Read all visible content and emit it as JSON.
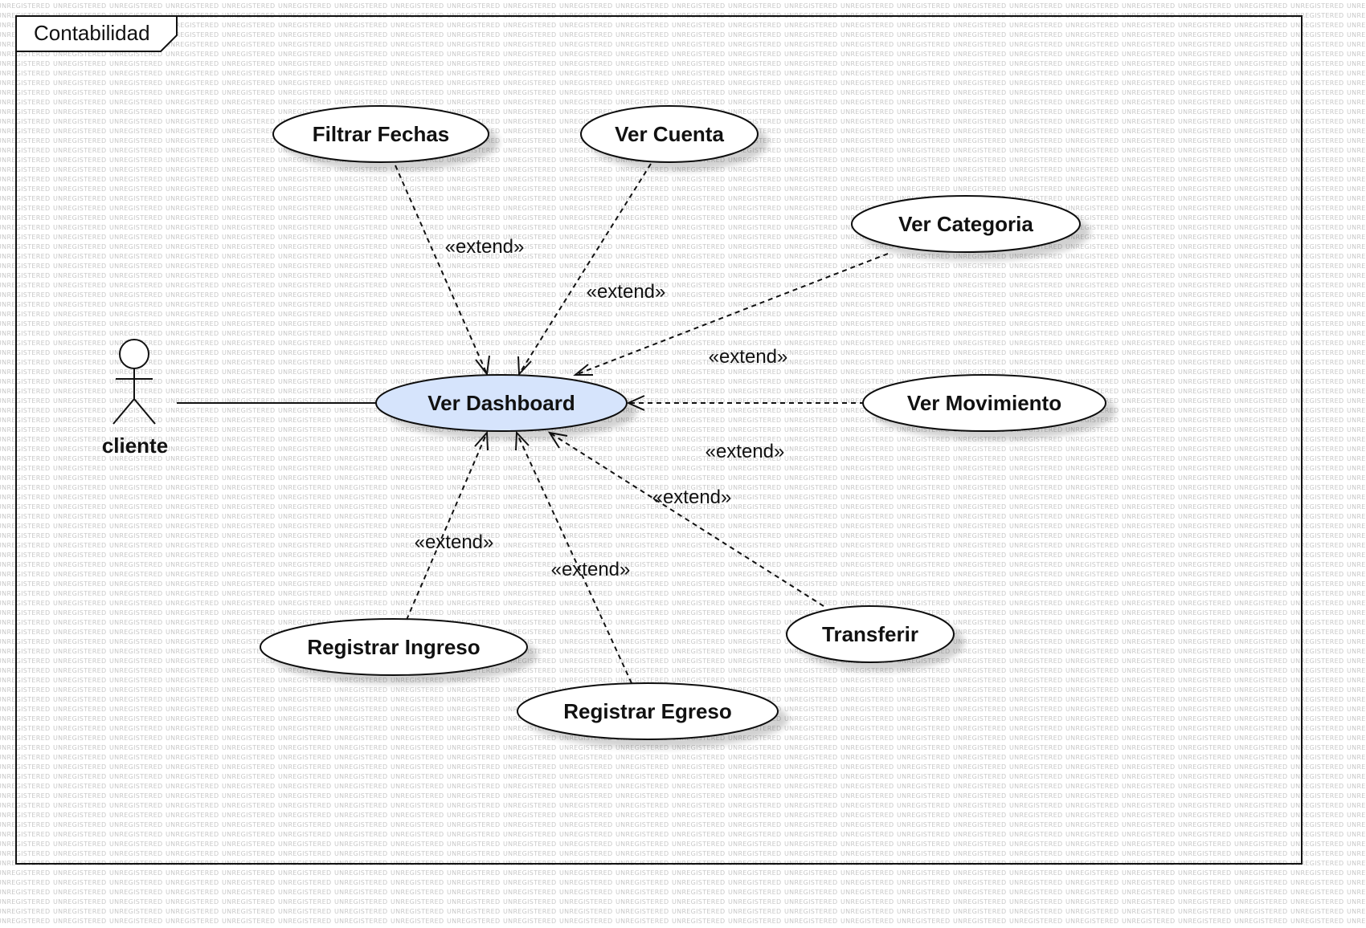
{
  "watermark_text": "UNREGISTERED",
  "frame": {
    "title": "Contabilidad"
  },
  "actor": {
    "name": "cliente"
  },
  "use_cases": {
    "dashboard": "Ver Dashboard",
    "filtrar_fechas": "Filtrar Fechas",
    "ver_cuenta": "Ver Cuenta",
    "ver_categoria": "Ver Categoria",
    "ver_movimiento": "Ver Movimiento",
    "transferir": "Transferir",
    "registrar_ingreso": "Registrar Ingreso",
    "registrar_egreso": "Registrar Egreso"
  },
  "relationships": {
    "filtrar_fechas": "«extend»",
    "ver_cuenta": "«extend»",
    "ver_categoria": "«extend»",
    "ver_movimiento": "«extend»",
    "transferir": "«extend»",
    "registrar_egreso": "«extend»",
    "registrar_ingreso": "«extend»"
  },
  "colors": {
    "dashboard_fill": "#d6e4fc",
    "use_case_fill": "#ffffff",
    "stroke": "#111111",
    "watermark": "#c8c8c8"
  }
}
